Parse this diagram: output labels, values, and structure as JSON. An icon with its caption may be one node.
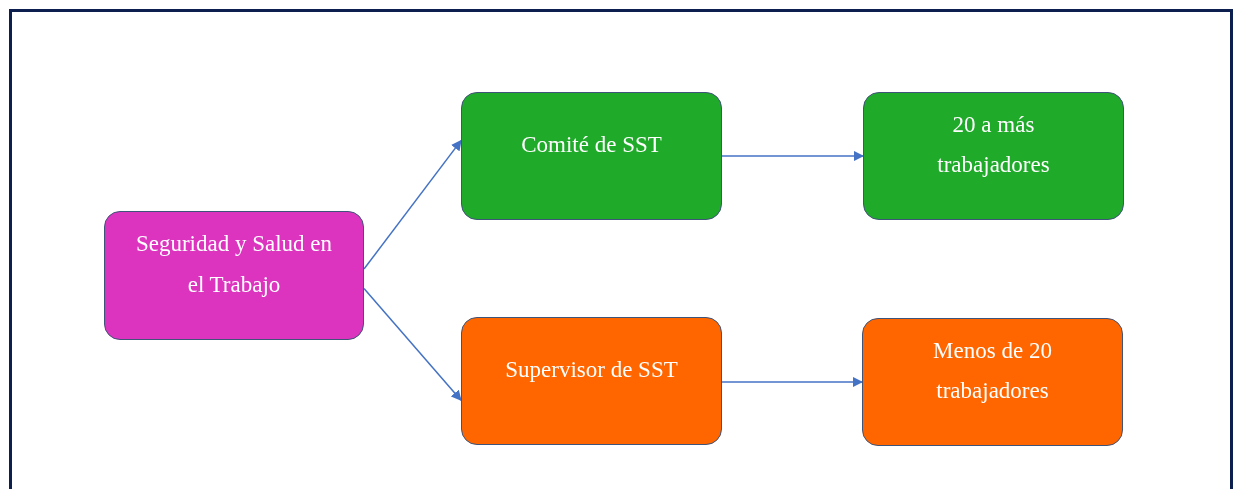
{
  "diagram": {
    "nodes": [
      {
        "text": [
          "Seguridad y Salud en el Trabajo"
        ]
      },
      {
        "text": [
          "Comité de SST"
        ]
      },
      {
        "text": [
          "20 a más trabajadores"
        ]
      },
      {
        "text": [
          "Supervisor de SST"
        ]
      },
      {
        "text": [
          "Menos de 20 trabajadores"
        ]
      }
    ],
    "edges": [
      {
        "from": 0,
        "to": 1,
        "arrow": "to"
      },
      {
        "from": 0,
        "to": 3,
        "arrow": "to"
      },
      {
        "from": 1,
        "to": 2,
        "arrow": "to"
      },
      {
        "from": 3,
        "to": 4,
        "arrow": "to"
      }
    ]
  }
}
